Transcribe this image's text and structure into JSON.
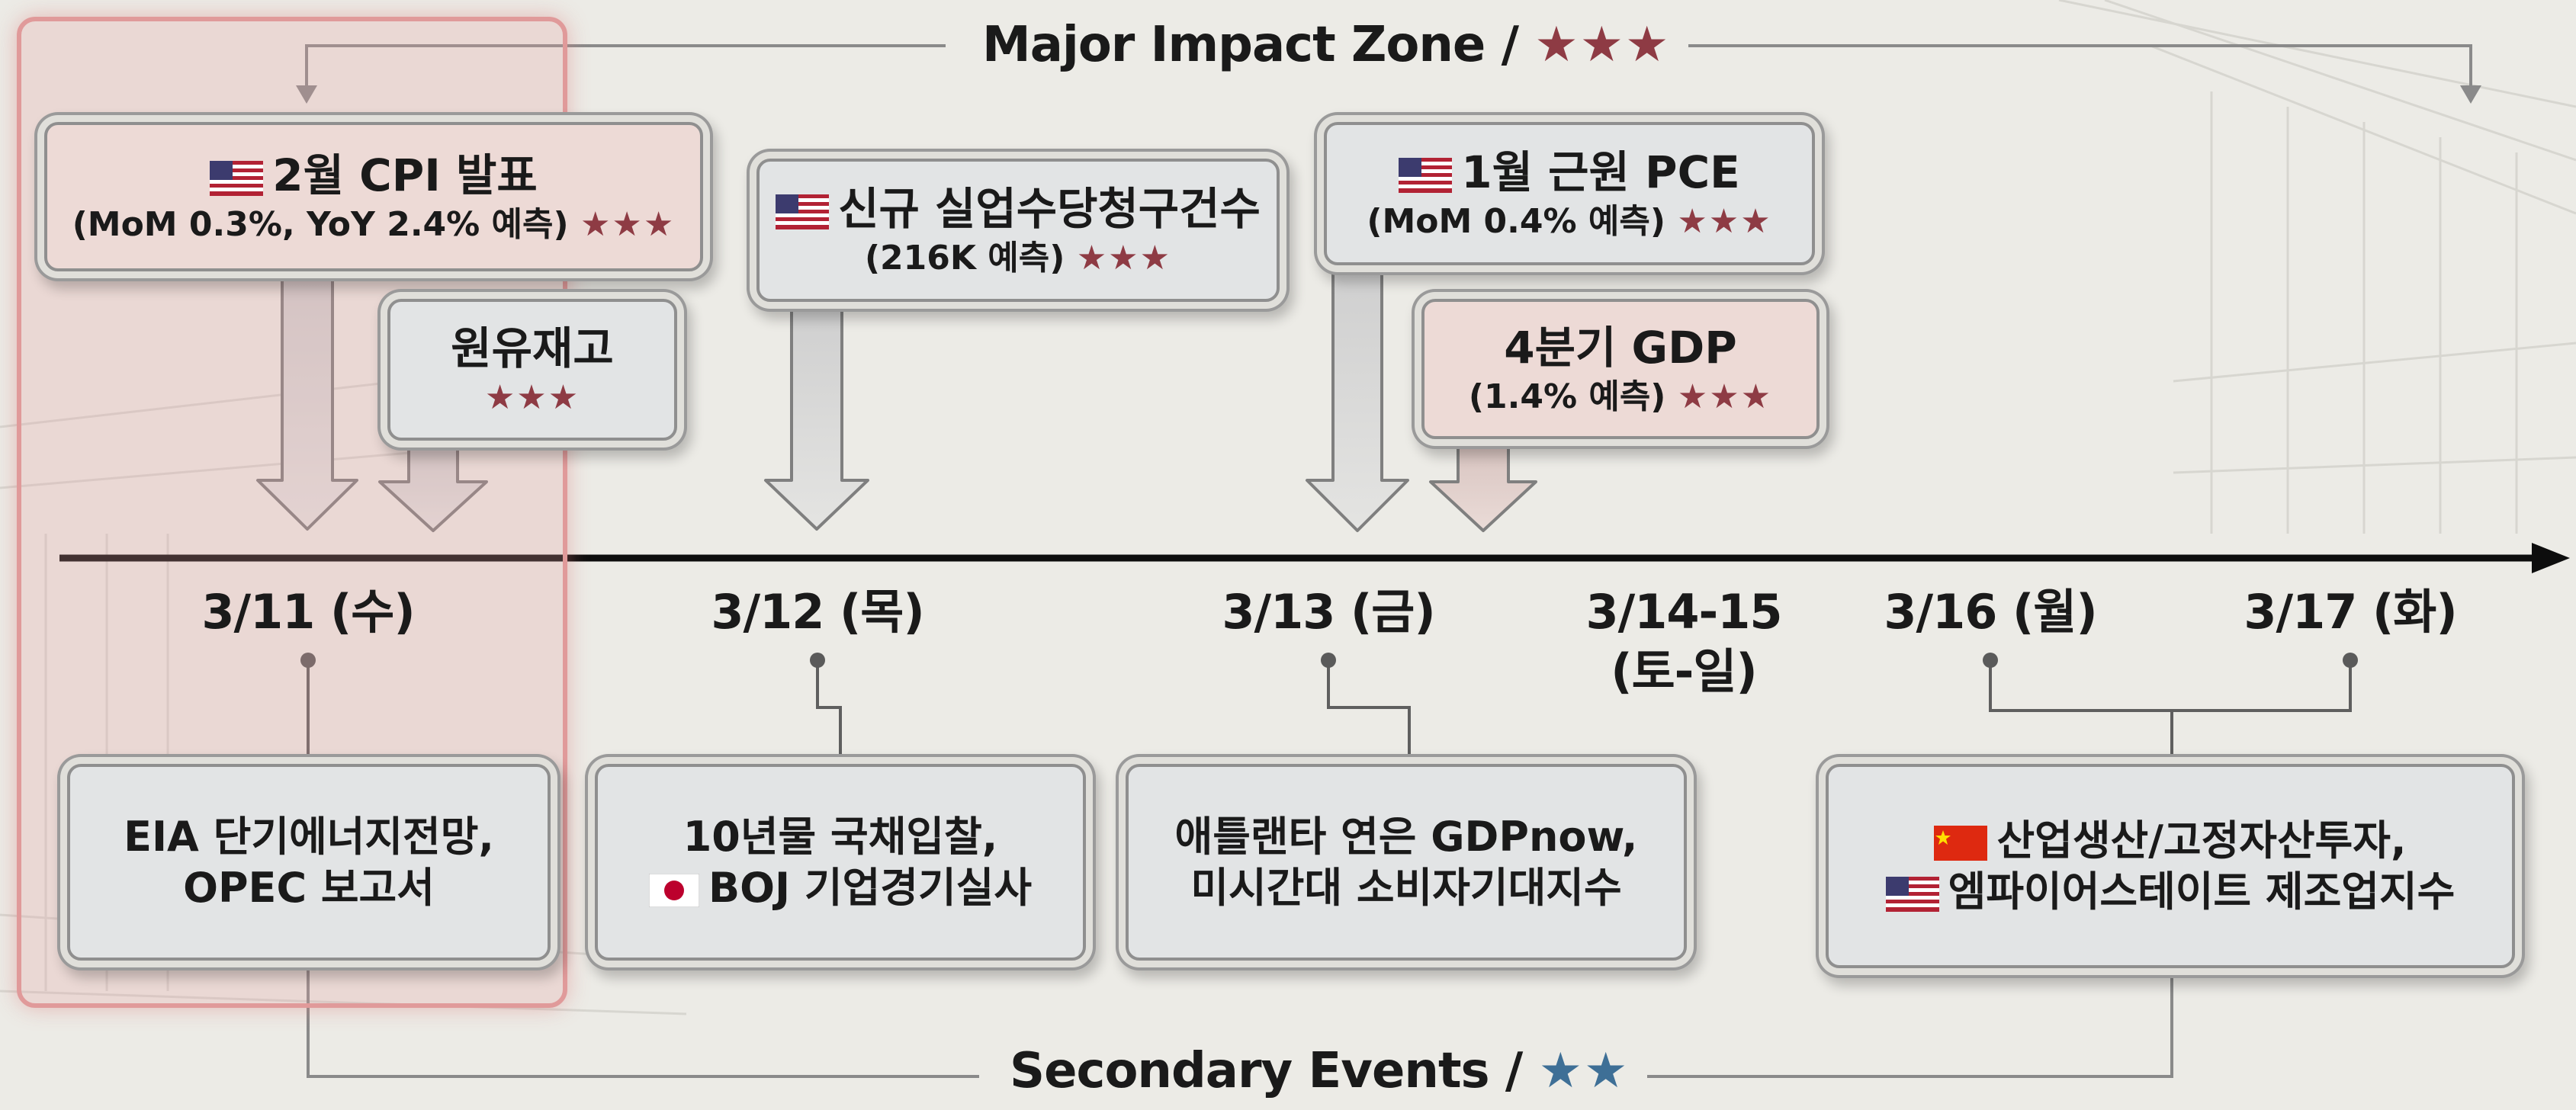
{
  "zones": {
    "major": {
      "label": "Major Impact Zone /",
      "stars": "★★★"
    },
    "secondary": {
      "label": "Secondary Events /",
      "stars": "★★"
    }
  },
  "colors": {
    "highlight": "#e09a9a",
    "star_red": "#8e3b44",
    "star_blue": "#3e6f96",
    "box_red": "#eddad6",
    "box_gray": "#e2e4e5"
  },
  "major_events": [
    {
      "flag": "us-flag",
      "title": "2월 CPI 발표",
      "detail": "(MoM 0.3%, YoY 2.4% 예측)",
      "stars": "★★★"
    },
    {
      "title": "원유재고",
      "stars": "★★★"
    },
    {
      "flag": "us-flag",
      "title": "신규 실업수당청구건수",
      "detail": "(216K 예측)",
      "stars": "★★★"
    },
    {
      "flag": "us-flag",
      "title": "1월 근원 PCE",
      "detail": "(MoM 0.4% 예측)",
      "stars": "★★★"
    },
    {
      "title": "4분기 GDP",
      "detail": "(1.4% 예측)",
      "stars": "★★★"
    }
  ],
  "dates": [
    {
      "line1": "3/11 (수)"
    },
    {
      "line1": "3/12 (목)"
    },
    {
      "line1": "3/13 (금)"
    },
    {
      "line1": "3/14-15",
      "line2": "(토-일)"
    },
    {
      "line1": "3/16 (월)"
    },
    {
      "line1": "3/17 (화)"
    }
  ],
  "secondary_events": [
    {
      "line1": "EIA 단기에너지전망,",
      "line2": "OPEC 보고서"
    },
    {
      "line1": "10년물 국채입찰,",
      "line2_flag": "jp-flag",
      "line2": "BOJ 기업경기실사"
    },
    {
      "line1": "애틀랜타 연은 GDPnow,",
      "line2": "미시간대 소비자기대지수"
    },
    {
      "line1_flag": "cn-flag",
      "line1": "산업생산/고정자산투자,",
      "line2_flag": "us-flag",
      "line2": "엠파이어스테이트 제조업지수"
    }
  ]
}
